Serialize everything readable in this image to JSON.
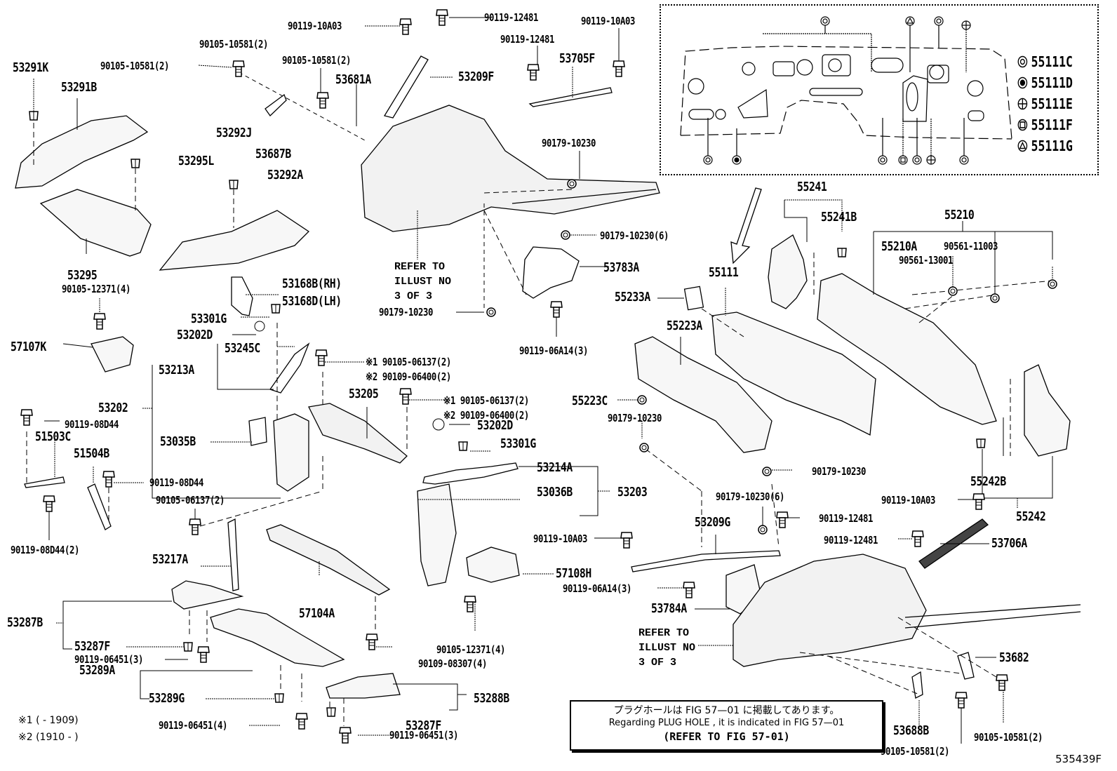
{
  "diagram": {
    "title": "Front body structure parts diagram",
    "figure_number": "535439F",
    "labels": {
      "p53291K": "53291K",
      "p53291B": "53291B",
      "p90105_10581_a": "90105-10581(2)",
      "p90105_10581_b": "90105-10581(2)",
      "p90119_10A03_a": "90119-10A03",
      "p90119_12481_a": "90119-12481",
      "p90119_12481_b": "90119-12481",
      "p90119_10A03_b": "90119-10A03",
      "p90105_10581_c": "90105-10581(2)",
      "p53681A": "53681A",
      "p53209F": "53209F",
      "p53705F": "53705F",
      "p53292J": "53292J",
      "p53687B": "53687B",
      "p53295L": "53295L",
      "p53292A": "53292A",
      "p90179_10230_a": "90179-10230",
      "p53295": "53295",
      "p90105_12371_a": "90105-12371(4)",
      "p90179_10230_6a": "90179-10230(6)",
      "p53783A": "53783A",
      "p53168B": "53168B(RH)",
      "p53168D": "53168D(LH)",
      "p53301G_a": "53301G",
      "p53202D_a": "53202D",
      "p90179_10230_b": "90179-10230",
      "p57107K": "57107K",
      "p53245C": "53245C",
      "p90119_06A14_a": "90119-06A14(3)",
      "p53213A": "53213A",
      "p53202": "53202",
      "p53205": "53205",
      "p90119_08D44_a": "90119-08D44",
      "p51503C": "51503C",
      "p51504B": "51504B",
      "p53035B": "53035B",
      "p53202D_b": "53202D",
      "p53301G_b": "53301G",
      "p90119_08D44_b": "90119-08D44",
      "p53214A": "53214A",
      "p90105_06137": "90105-06137(2)",
      "p53036B": "53036B",
      "p53203": "53203",
      "p90119_08D44_2": "90119-08D44(2)",
      "p53217A": "53217A",
      "p57108H": "57108H",
      "p57104A": "57104A",
      "p53287B": "53287B",
      "p53287F_a": "53287F",
      "p90119_06451_3a": "90119-06451(3)",
      "p90105_12371_b": "90105-12371(4)",
      "p90109_08307": "90109-08307(4)",
      "p53289A": "53289A",
      "p53289G": "53289G",
      "p90119_06451_4": "90119-06451(4)",
      "p53288B": "53288B",
      "p53287F_b": "53287F",
      "p90119_06451_3b": "90119-06451(3)",
      "p55241": "55241",
      "p55241B": "55241B",
      "p55210": "55210",
      "p55210A": "55210A",
      "p90561_11003": "90561-11003",
      "p90561_13001": "90561-13001",
      "p55111": "55111",
      "p55233A": "55233A",
      "p55223A": "55223A",
      "p55223C": "55223C",
      "p90179_10230_c": "90179-10230",
      "p90179_10230_d": "90179-10230",
      "p55242B": "55242B",
      "p90119_10A03_c": "90119-10A03",
      "p55242": "55242",
      "p90179_10230_6b": "90179-10230(6)",
      "p90119_12481_c": "90119-12481",
      "p53209G": "53209G",
      "p90119_10A03_d": "90119-10A03",
      "p90119_12481_d": "90119-12481",
      "p53706A": "53706A",
      "p90119_06A14_b": "90119-06A14(3)",
      "p53784A": "53784A",
      "p53682": "53682",
      "p53688B": "53688B",
      "p90105_10581_d": "90105-10581(2)",
      "p90105_10581_e": "90105-10581(2)"
    },
    "option_notes": {
      "n1_line1_mark": "※1",
      "n1_line1_part": "90105-06137(2)",
      "n1_line2_mark": "※2",
      "n1_line2_part": "90109-06400(2)",
      "n2_line1_mark": "※1",
      "n2_line1_part": "90105-06137(2)",
      "n2_line2_mark": "※2",
      "n2_line2_part": "90109-06400(2)"
    },
    "refer_illust_1": "REFER TO\nILLUST NO\n3 OF 3",
    "refer_illust_2": "REFER TO\nILLUST NO\n3 OF 3",
    "footnotes": {
      "note1": "※1 (        - 1909)",
      "note2": "※2 (1910 -        )"
    },
    "plug_hole_box": {
      "japanese": "プラグホールは FIG 57—01 に掲載してあります。",
      "english": "Regarding  PLUG  HOLE , it is indicated in FIG  57—01",
      "refer": "(REFER TO FIG 57-01)"
    },
    "inset_legend": [
      {
        "symbol": "double-circle-icon",
        "part": "55111C"
      },
      {
        "symbol": "filled-circle-icon",
        "part": "55111D"
      },
      {
        "symbol": "crosshair-circle-icon",
        "part": "55111E"
      },
      {
        "symbol": "square-circle-icon",
        "part": "55111F"
      },
      {
        "symbol": "triangle-circle-icon",
        "part": "55111G"
      }
    ]
  }
}
